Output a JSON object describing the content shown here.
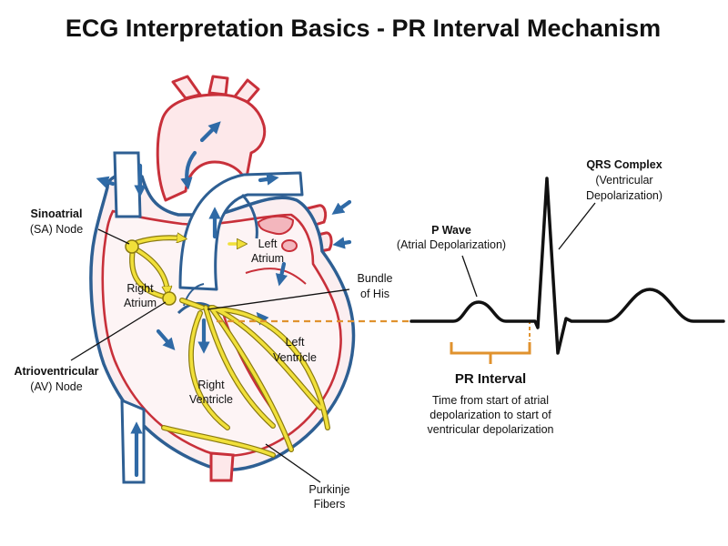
{
  "title": "ECG Interpretation Basics - PR Interval Mechanism",
  "colors": {
    "artery_red": "#c8303a",
    "vein_blue": "#2e5f93",
    "arrow_blue": "#2f6aa6",
    "conduction_yellow": "#f1e03a",
    "pr_orange": "#e0922e",
    "ecg_black": "#111111"
  },
  "labels": {
    "sa_node_1": "Sinoatrial",
    "sa_node_2": "(SA) Node",
    "right_atrium_1": "Right",
    "right_atrium_2": "Atrium",
    "av_node_1": "Atrioventricular",
    "av_node_2": "(AV) Node",
    "left_atrium_1": "Left",
    "left_atrium_2": "Atrium",
    "bundle_1": "Bundle",
    "bundle_2": "of His",
    "left_ventricle_1": "Left",
    "left_ventricle_2": "Ventricle",
    "right_ventricle_1": "Right",
    "right_ventricle_2": "Ventricle",
    "purkinje_1": "Purkinje",
    "purkinje_2": "Fibers",
    "p_wave_1": "P Wave",
    "p_wave_2": "(Atrial Depolarization)",
    "qrs_1": "QRS Complex",
    "qrs_2": "(Ventricular",
    "qrs_3": "Depolarization)",
    "pr_interval": "PR Interval",
    "pr_desc_1": "Time from start of atrial",
    "pr_desc_2": "depolarization to start of",
    "pr_desc_3": "ventricular depolarization"
  }
}
